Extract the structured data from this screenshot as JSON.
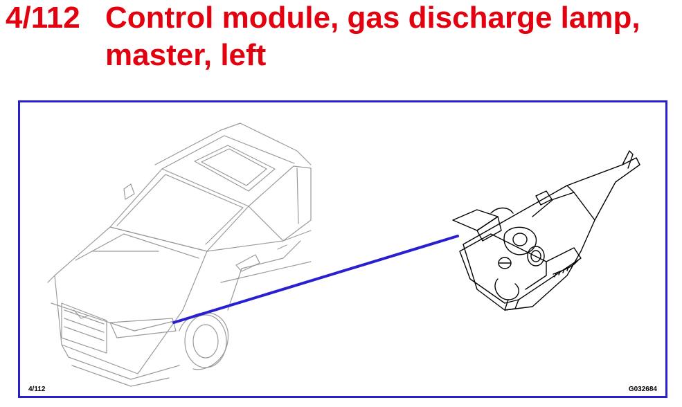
{
  "header": {
    "ref_number": "4/112",
    "title_line_1": "Control module, gas discharge lamp,",
    "title_line_2": "master, left"
  },
  "figure": {
    "ref_label": "4/112",
    "image_id": "G032684",
    "frame_color": "#2a1fd0",
    "pointer_color": "#2a1fd0"
  },
  "colors": {
    "title": "#e3000f",
    "car_line": "#9a9a9a",
    "part_line": "#000000"
  }
}
